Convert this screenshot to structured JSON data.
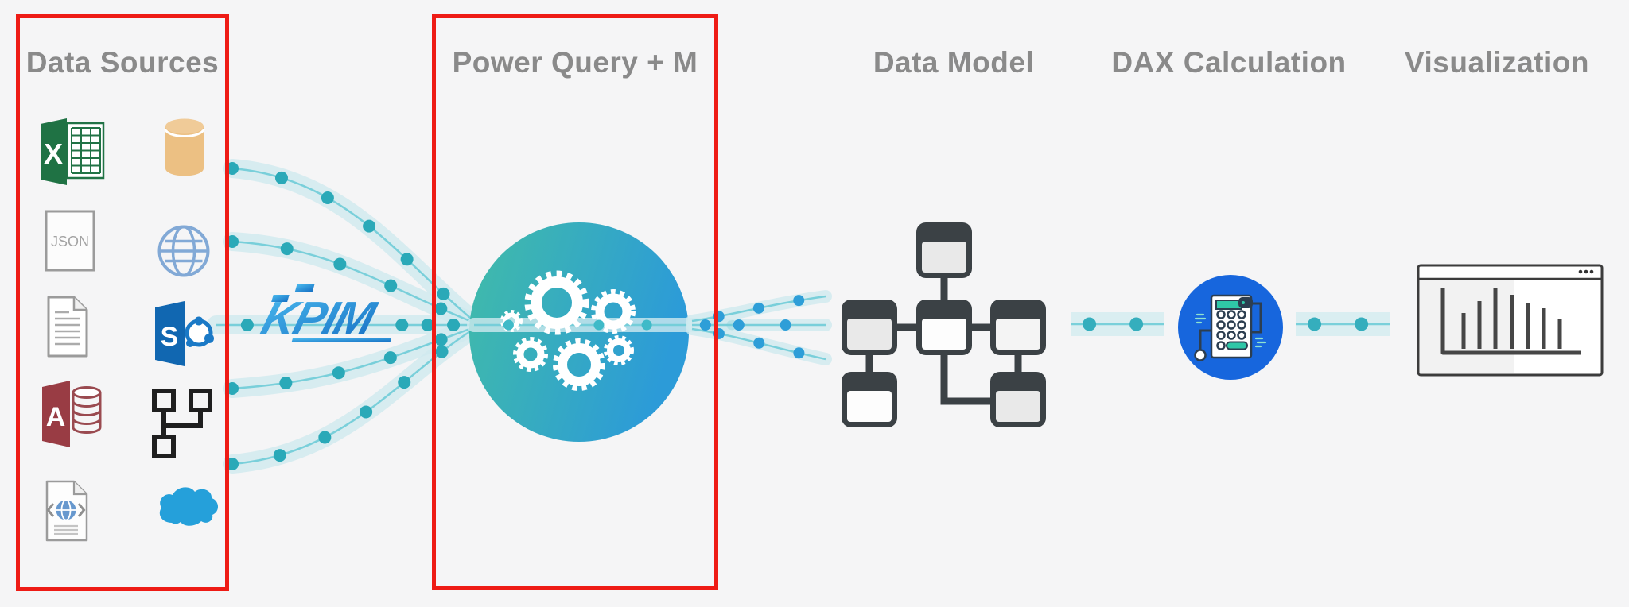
{
  "stages": [
    {
      "label": "Data Sources"
    },
    {
      "label": "Power Query + M"
    },
    {
      "label": "Data Model"
    },
    {
      "label": "DAX Calculation"
    },
    {
      "label": "Visualization"
    }
  ],
  "watermark": {
    "text": "KPIM"
  },
  "icon_text": {
    "excel": "X",
    "sharepoint": "S",
    "access": "A",
    "json": "JSON"
  },
  "source_icons": [
    "excel-icon",
    "database-icon",
    "json-file-icon",
    "web-globe-icon",
    "text-document-icon",
    "sharepoint-icon",
    "access-icon",
    "sitemap-icon",
    "xml-web-file-icon",
    "salesforce-cloud-icon"
  ],
  "stage_icons": [
    "gears-process-icon",
    "data-model-schema-icon",
    "calculator-icon",
    "report-window-bar-chart-icon"
  ],
  "viz_chart_bars": [
    45,
    60,
    77,
    68,
    57,
    51,
    37
  ],
  "colors": {
    "background": "#f5f5f6",
    "highlight_box": "#ee1b15",
    "stage_title": "#8a8a8a",
    "flow_band": "#cfeaef",
    "flow_line": "#6fccd7",
    "flow_dot_teal": "#2aa9b8",
    "flow_dot_blue": "#2e9ed8",
    "power_query_teal": "#41bca8",
    "power_query_blue": "#2c9bd8",
    "dax_circle_blue": "#1766dd",
    "calculator_teal": "#2fc7a7",
    "data_model_dark": "#3b4145",
    "excel_green": "#1f7244",
    "sharepoint_blue": "#1167b1",
    "access_red": "#993c44",
    "database_tan": "#ecc083",
    "salesforce_blue": "#25a0da",
    "kpim_blue_light": "#4ab9ee",
    "kpim_blue_dark": "#1670c4"
  }
}
